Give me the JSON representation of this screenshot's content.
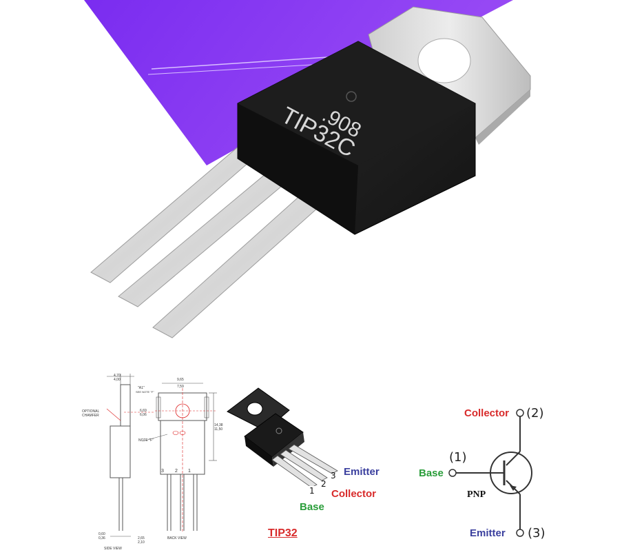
{
  "photo": {
    "marking_line1": ".908",
    "marking_line2": "TIP32C"
  },
  "mechanical_drawing": {
    "dim_top_width": "4,70",
    "dim_top_width_2": "4,00",
    "note_a1": "\"A1\"",
    "note_a1_ref": "SEE NOTE \"F\"",
    "dim_body_width": "9,65",
    "dim_body_width_2": "7,59",
    "dim_tab": "6,69",
    "dim_tab_2": "6,06",
    "dim_height": "14,38",
    "dim_height_2": "11,50",
    "optional_chamfer": "OPTIONAL CHAMFER",
    "note_f": "NOTE \"F\"",
    "pin_labels": [
      "3",
      "2",
      "1"
    ],
    "dim_lead": "0,60",
    "dim_lead_2": "0,36",
    "dim_pitch": "2,65",
    "dim_pitch_2": "2,10",
    "side_view": "SIDE VIEW",
    "back_view": "BACK VIEW"
  },
  "package_diagram": {
    "pins": [
      {
        "number": "1",
        "name": "Base",
        "color": "#2a9d3a"
      },
      {
        "number": "2",
        "name": "Collector",
        "color": "#d82a2a"
      },
      {
        "number": "3",
        "name": "Emitter",
        "color": "#3a3f9e"
      }
    ],
    "part_label": "TIP32",
    "part_label_color": "#d82a2a"
  },
  "schematic": {
    "collector_label": "Collector",
    "collector_pin": "(2)",
    "base_label": "Base",
    "base_pin": "(1)",
    "emitter_label": "Emitter",
    "emitter_pin": "(3)",
    "type": "PNP"
  }
}
